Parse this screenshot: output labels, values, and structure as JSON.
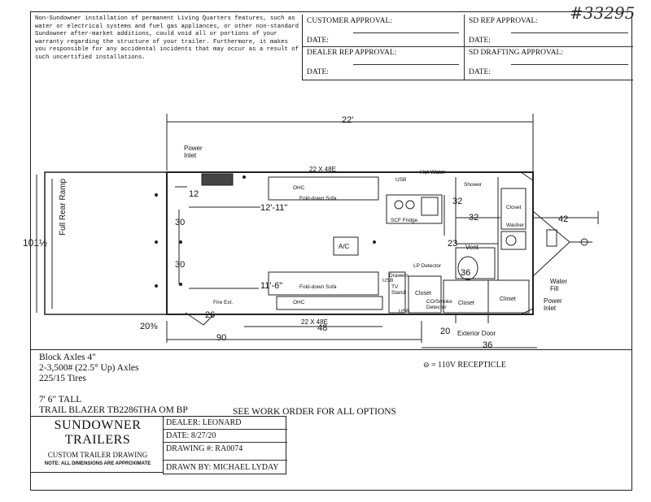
{
  "header": {
    "disclaimer": "Non-Sundowner installation of permanent Living Quarters features, such as water or electrical systems and fuel gas appliances, or other non-standard Sundowner after-market additions, could void all or portions of your warranty regarding the structure of your trailer. Furthermore, it makes you responsible for any accidental incidents that may occur as a result of such uncertified installations.",
    "handwritten_number": "#33295",
    "approvals": {
      "customer": "CUSTOMER APPROVAL:",
      "sd_rep": "SD REP APPROVAL:",
      "dealer_rep": "DEALER REP APPROVAL:",
      "sd_drafting": "SD DRAFTING APPROVAL:",
      "date": "DATE:"
    }
  },
  "drawing": {
    "overall_length": "22'",
    "power_inlet_top": "Power Inlet",
    "window_top": "22 X 48E",
    "window_bottom": "22 X 48E",
    "ohc_top": "OHC",
    "ohc_bottom": "OHC",
    "usb_top": "USB",
    "hot_water": "Hot Water",
    "shower": "Shower",
    "sofa_top": "Fold-down Sofa",
    "sofa_bottom": "Fold-down Sofa",
    "dim_12": "12",
    "dim_12_11": "12'-11\"",
    "dim_32a": "32",
    "dim_32b": "32",
    "dim_42": "42",
    "fridge": "SCF Fridge",
    "closet_right": "Closet",
    "washer": "Washer",
    "ramp": "Full Rear Ramp",
    "width": "101½",
    "dim_30a": "30",
    "dim_30b": "30",
    "ac": "A/C",
    "dim_23": "23",
    "vent": "Vent",
    "dim_36a": "36",
    "dim_11_6": "11'-6\"",
    "drawers": "Drawers",
    "lp_detector": "LP Detector",
    "tv_stand": "TV Stand",
    "closet_mid": "Closet",
    "co_detector": "CO/Smoke Detector",
    "closet_low": "Closet",
    "closet_low2": "Closet",
    "water_fill": "Water Fill",
    "power_inlet_bottom": "Power Inlet",
    "fire_ext": "Fire Ext.",
    "dim_26": "26",
    "usb_bottom": "USB",
    "usb_bottom2": "USB",
    "dim_20_3_8": "20⅜",
    "dim_48": "48",
    "dim_90": "90",
    "dim_20": "20",
    "exterior_door": "Exterior Door",
    "dim_36b": "36"
  },
  "specs": {
    "axles": "Block Axles 4\"",
    "axle_rating": "2-3,500# (22.5° Up) Axles",
    "tires": "225/15 Tires",
    "height": "7' 6\" TALL",
    "model": "TRAIL BLAZER TB2286THA OM BP",
    "work_order": "SEE WORK ORDER FOR ALL OPTIONS",
    "receptacle_legend": "= 110V RECEPTICLE"
  },
  "title_block": {
    "company_line1": "SUNDOWNER",
    "company_line2": "TRAILERS",
    "drawing_type": "CUSTOM TRAILER DRAWING",
    "note": "NOTE: ALL DIMENSIONS ARE APPROXIMATE",
    "dealer": "DEALER: LEONARD",
    "date": "DATE: 8/27/20",
    "drawing_no": "DRAWING #: RA0074",
    "drawn_by": "DRAWN BY: MICHAEL LYDAY"
  }
}
